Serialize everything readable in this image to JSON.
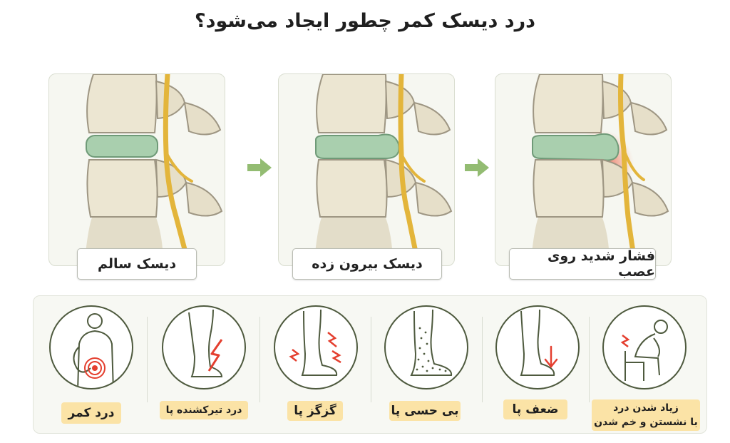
{
  "title": "درد دیسک کمر چطور ایجاد می‌شود؟",
  "stages": [
    {
      "label": "دیسک سالم"
    },
    {
      "label": "دیسک بیرون زده"
    },
    {
      "label": "فشار شدید روی عصب"
    }
  ],
  "symptoms": [
    {
      "label": "درد کمر"
    },
    {
      "label": "درد تیرکشنده پا"
    },
    {
      "label": "گزگز پا"
    },
    {
      "label": "بی حسی پا"
    },
    {
      "label": "ضعف پا"
    },
    {
      "label_line1": "زیاد شدن درد",
      "label_line2": "با نشستن و خم شدن"
    }
  ],
  "colors": {
    "disc": "#a9cfae",
    "bone": "#ece6d2",
    "nerve": "#e3b53b",
    "arrow": "#93bc72",
    "pain": "#e43f2f",
    "label_highlight": "#fbe3a6"
  }
}
